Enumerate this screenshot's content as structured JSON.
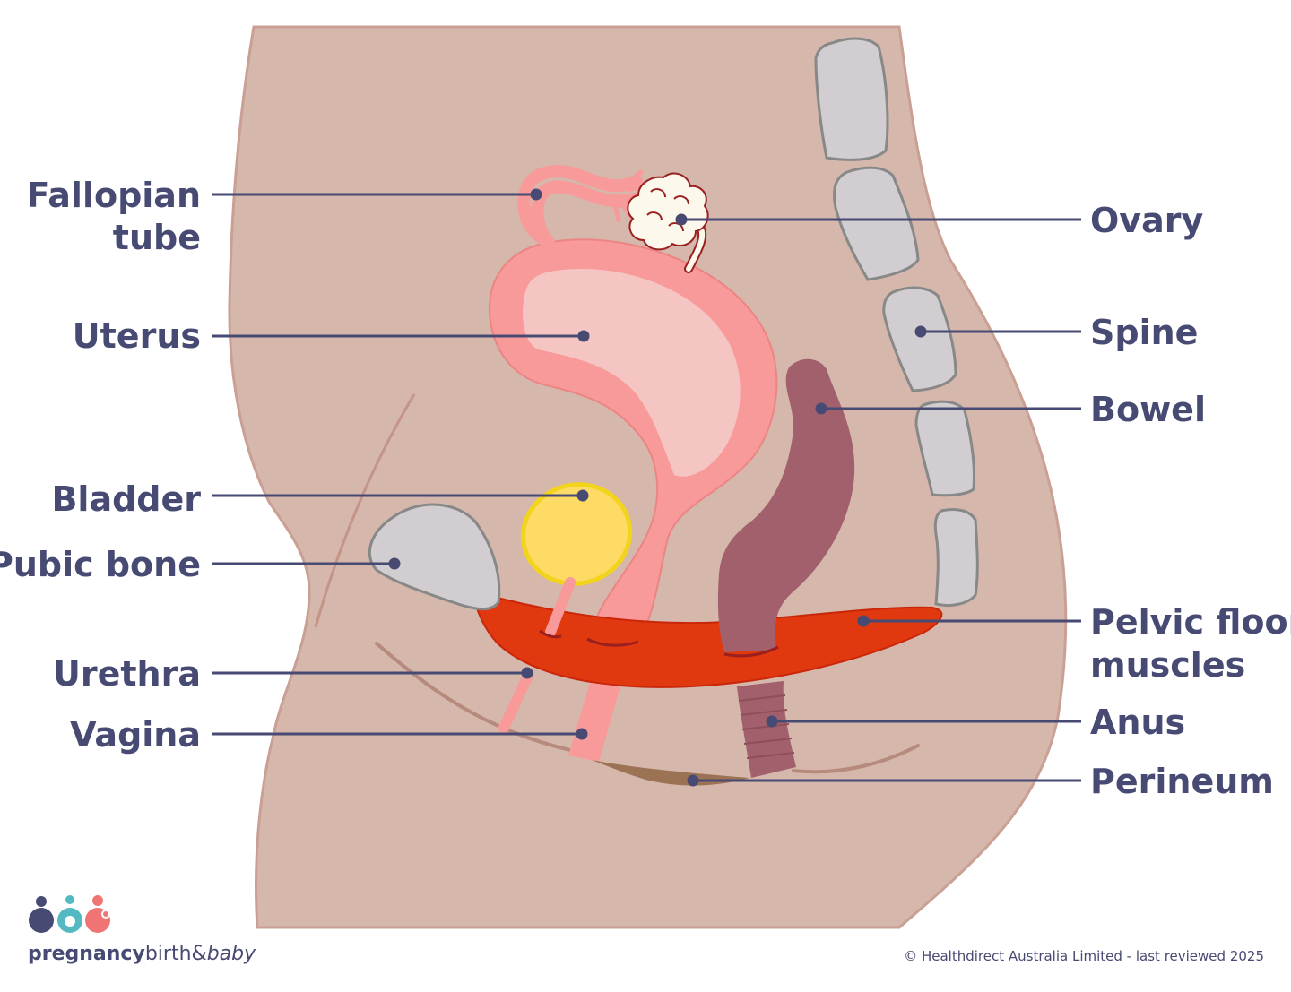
{
  "labels": {
    "fallopian_tube_1": "Fallopian",
    "fallopian_tube_2": "tube",
    "uterus": "Uterus",
    "bladder": "Bladder",
    "pubic_bone": "Pubic bone",
    "urethra": "Urethra",
    "vagina": "Vagina",
    "ovary": "Ovary",
    "spine": "Spine",
    "bowel": "Bowel",
    "pelvic_floor_1": "Pelvic floor",
    "pelvic_floor_2": "muscles",
    "anus": "Anus",
    "perineum": "Perineum"
  },
  "brand": {
    "part1": "pregnancy",
    "part2": "birth",
    "amp": "&",
    "part3": "baby"
  },
  "copyright": "© Healthdirect Australia Limited - last reviewed 2025",
  "colors": {
    "label_text": "#474a72",
    "leader_line": "#474a72",
    "body_skin": "#d5b7ab",
    "body_outline": "#c9a093",
    "uterus": "#f89a99",
    "uterus_inner": "#f4c5c2",
    "bladder": "#fedb65",
    "bladder_outline": "#f2d41c",
    "bone": "#d1cdd0",
    "bone_outline": "#888888",
    "bowel": "#a1606b",
    "pelvic_floor": "#e0380f",
    "perineum": "#9c7254",
    "ovary": "#fdf8ec",
    "ovary_outline": "#9a1f1f",
    "brand_navy": "#474a72",
    "brand_teal": "#55b9c4",
    "brand_coral": "#f07474"
  }
}
